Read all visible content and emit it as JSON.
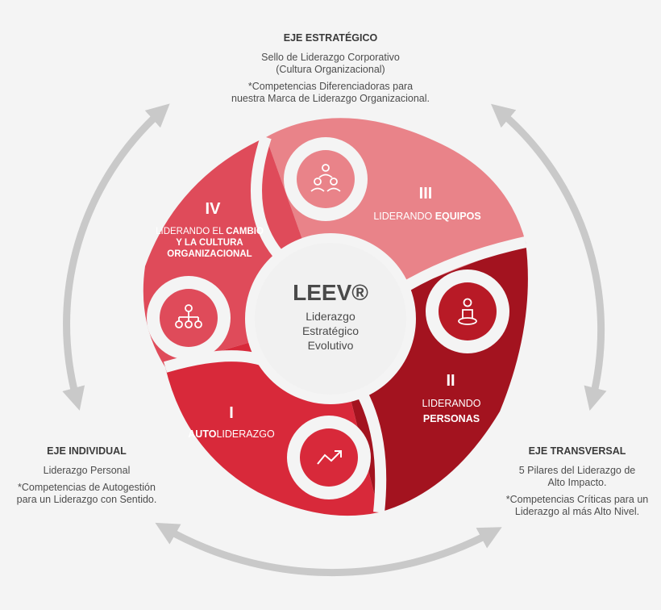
{
  "axes": {
    "strategic": {
      "title": "EJE ESTRATÉGICO",
      "line1": "Sello de Liderazgo Corporativo",
      "line2": "(Cultura Organizacional)",
      "line3": "*Competencias Diferenciadoras para",
      "line4": "nuestra Marca de Liderazgo Organizacional."
    },
    "individual": {
      "title": "EJE INDIVIDUAL",
      "line1": "Liderazgo Personal",
      "line2": "*Competencias de Autogestión",
      "line3": "para un Liderazgo con Sentido."
    },
    "transversal": {
      "title": "EJE TRANSVERSAL",
      "line1": "5 Pilares del Liderazgo de",
      "line2": "Alto Impacto.",
      "line3": "*Competencias Críticas para un",
      "line4": "Liderazgo al más Alto Nivel."
    }
  },
  "center": {
    "title": "LEEV®",
    "line1": "Liderazgo",
    "line2": "Estratégico",
    "line3": "Evolutivo"
  },
  "quadrants": {
    "q1": {
      "numeral": "I",
      "bold": "AUTO",
      "text": "LIDERAZGO",
      "icon": "trending-up-icon"
    },
    "q2": {
      "numeral": "II",
      "line1": "LIDERANDO",
      "bold": "PERSONAS",
      "icon": "person-icon"
    },
    "q3": {
      "numeral": "III",
      "text": "LIDERANDO ",
      "bold": "EQUIPOS",
      "icon": "team-icon"
    },
    "q4": {
      "numeral": "IV",
      "text": "LIDERANDO EL ",
      "bold1": "CAMBIO",
      "bold2": "Y LA CULTURA",
      "bold3": "ORGANIZACIONAL",
      "icon": "org-chart-icon"
    }
  },
  "colors": {
    "q1": "#d8293a",
    "q2": "#a3131f",
    "q3": "#e98389",
    "q4": "#df4b5a",
    "arrows": "#c9c9c9"
  }
}
